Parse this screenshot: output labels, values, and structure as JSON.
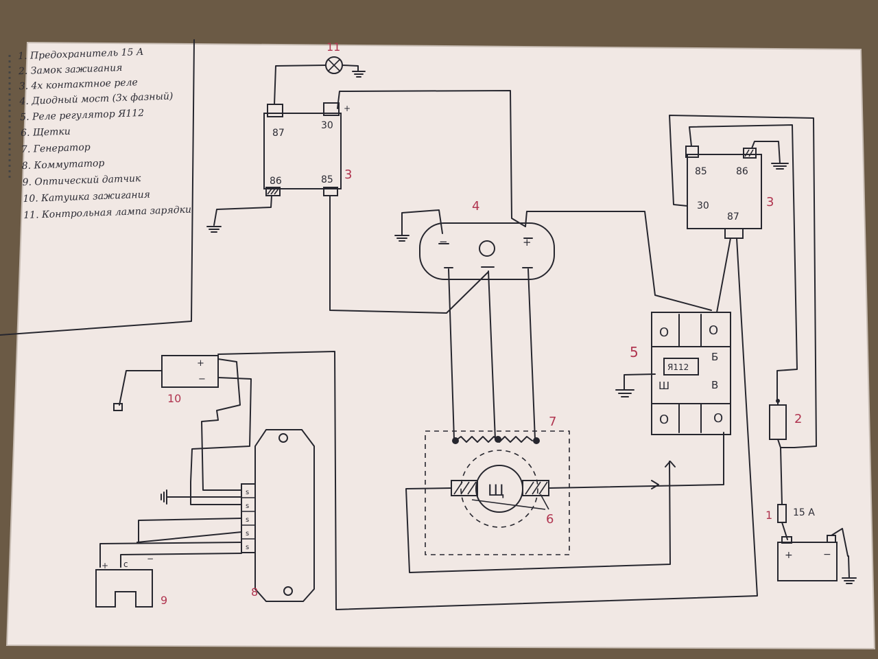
{
  "colors": {
    "paper": "#f1e8e4",
    "ink": "#26262e",
    "number_ink": "#b0344f",
    "background": "#6b5a45"
  },
  "legend": {
    "items": [
      "1. Предохранитель 15 А",
      "2. Замок зажигания",
      "3. 4х контактное реле",
      "4. Диодный мост (3х фазный)",
      "5. Реле регулятор Я112",
      "6. Щетки",
      "7. Генератор",
      "8. Коммутатор",
      "9. Оптический датчик",
      "10. Катушка зажигания",
      "11. Контрольная лампа зарядки"
    ]
  },
  "relay_left": {
    "pins": {
      "p87": "87",
      "p30": "30",
      "p86": "86",
      "p85": "85"
    },
    "plus": "+",
    "number": "3"
  },
  "relay_right": {
    "pins": {
      "p85": "85",
      "p86": "86",
      "p30": "30",
      "p87": "87"
    },
    "number": "3"
  },
  "lamp": {
    "number": "11"
  },
  "diode_bridge": {
    "number": "4",
    "minus": "−",
    "plus": "+"
  },
  "regulator": {
    "model": "Я112",
    "number": "5",
    "b": "Б",
    "v": "В",
    "sh": "Ш",
    "terminal": "O"
  },
  "generator": {
    "number": "7",
    "label": "Щ",
    "brush_number": "6"
  },
  "switch": {
    "number": "2"
  },
  "fuse": {
    "number": "1",
    "rating": "15 A"
  },
  "battery": {
    "plus": "+",
    "minus": "−"
  },
  "coil": {
    "number": "10",
    "plus": "+",
    "minus": "−"
  },
  "commutator": {
    "number": "8",
    "pins": [
      "s",
      "s",
      "s",
      "s",
      "s"
    ]
  },
  "optical_sensor": {
    "number": "9",
    "pins": [
      "+",
      "c",
      "−"
    ]
  }
}
